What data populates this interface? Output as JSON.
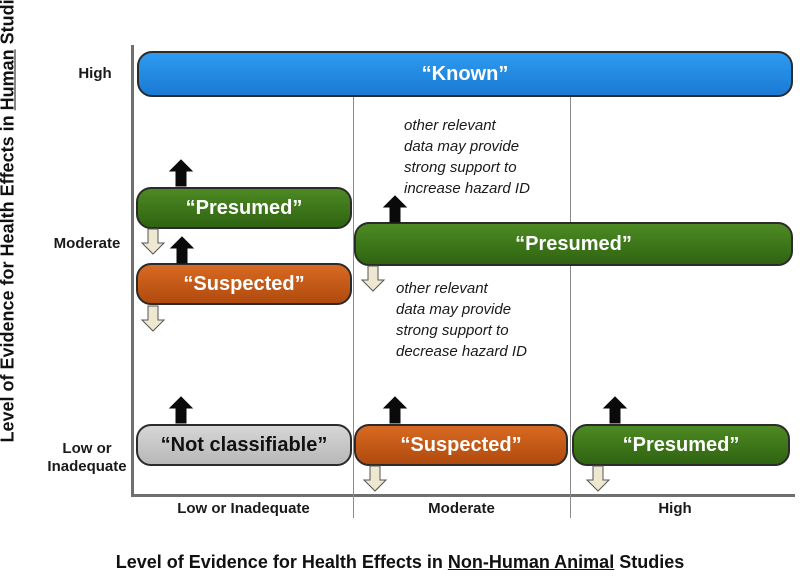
{
  "y_axis": {
    "title_parts": [
      "Level of Evidence for Health Effects in ",
      "Human",
      " Studies"
    ],
    "levels": [
      "High",
      "Moderate",
      "Low or\nInadequate"
    ]
  },
  "x_axis": {
    "title_parts": [
      "Level of Evidence for Health Effects in ",
      "Non-Human Animal",
      " Studies"
    ],
    "levels": [
      "Low or Inadequate",
      "Moderate",
      "High"
    ]
  },
  "boxes": {
    "known": "“Known”",
    "presumed_left": "“Presumed”",
    "suspected_left": "“Suspected”",
    "presumed_mid": "“Presumed”",
    "not_classifiable": "“Not classifiable”",
    "suspected_bottom": "“Suspected”",
    "presumed_bottom": "“Presumed”"
  },
  "notes": {
    "increase": "other relevant\ndata may provide\nstrong support to\nincrease hazard ID",
    "decrease": "other relevant\ndata may provide\nstrong support to\ndecrease hazard ID"
  },
  "colors": {
    "blue": "#1f86e0",
    "green": "#3a741a",
    "orange": "#c55716",
    "grey": "#c8c8c8",
    "arrow_up": "#0a0a0a",
    "arrow_down": "#ede8cf"
  }
}
